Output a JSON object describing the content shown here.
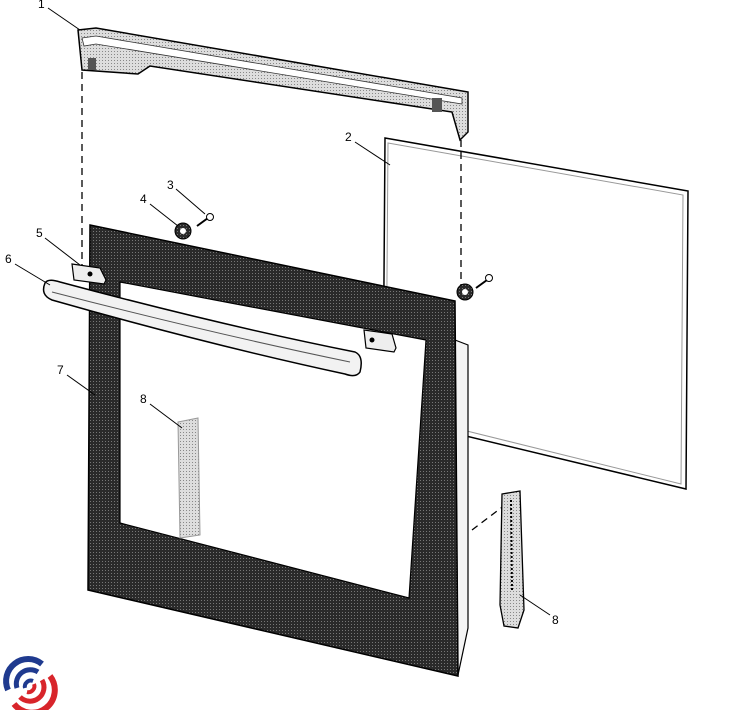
{
  "diagram": {
    "callouts": [
      {
        "id": "1"
      },
      {
        "id": "2"
      },
      {
        "id": "3"
      },
      {
        "id": "4"
      },
      {
        "id": "5"
      },
      {
        "id": "6"
      },
      {
        "id": "7"
      },
      {
        "id": "8"
      },
      {
        "id": "8"
      }
    ]
  },
  "colors": {
    "logo_blue": "#1f3a8f",
    "logo_red": "#d8252b"
  }
}
